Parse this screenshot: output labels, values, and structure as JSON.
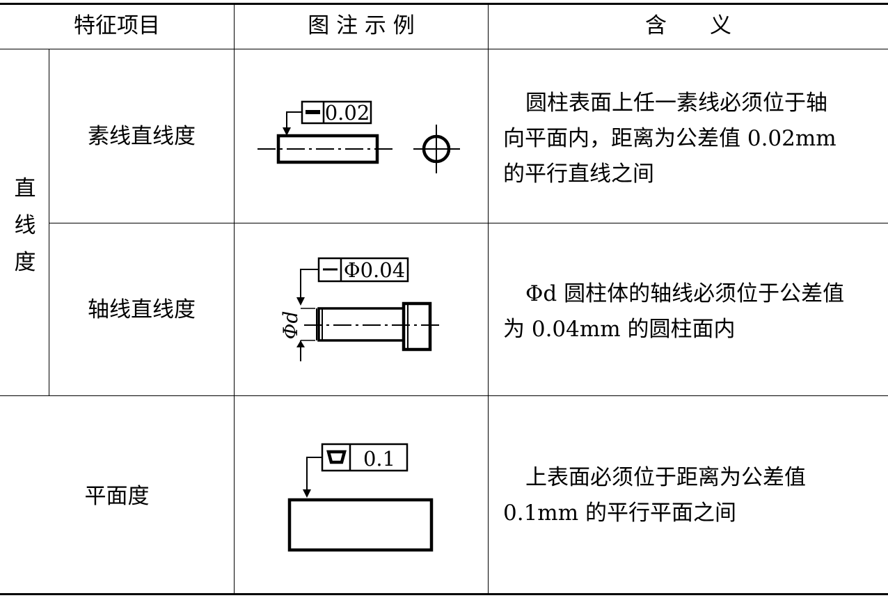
{
  "header": {
    "col1": "特征项目",
    "col2": "图 注 示 例",
    "col3": "含　　义"
  },
  "group_label": [
    "直",
    "线",
    "度"
  ],
  "rows": [
    {
      "feature": "素线直线度",
      "frame_value": "0.02",
      "meaning_lines": [
        "圆柱表面上任一素线必须位于轴",
        "向平面内，距离为公差值 0.02mm",
        "的平行直线之间"
      ]
    },
    {
      "feature": "轴线直线度",
      "frame_value": "Φ0.04",
      "dim_label": "Φd",
      "meaning_lines": [
        "Φd 圆柱体的轴线必须位于公差值",
        "为 0.04mm 的圆柱面内"
      ]
    },
    {
      "feature": "平面度",
      "frame_value": "0.1",
      "meaning_lines": [
        "上表面必须位于距离为公差值",
        "0.1mm 的平行平面之间"
      ]
    }
  ]
}
